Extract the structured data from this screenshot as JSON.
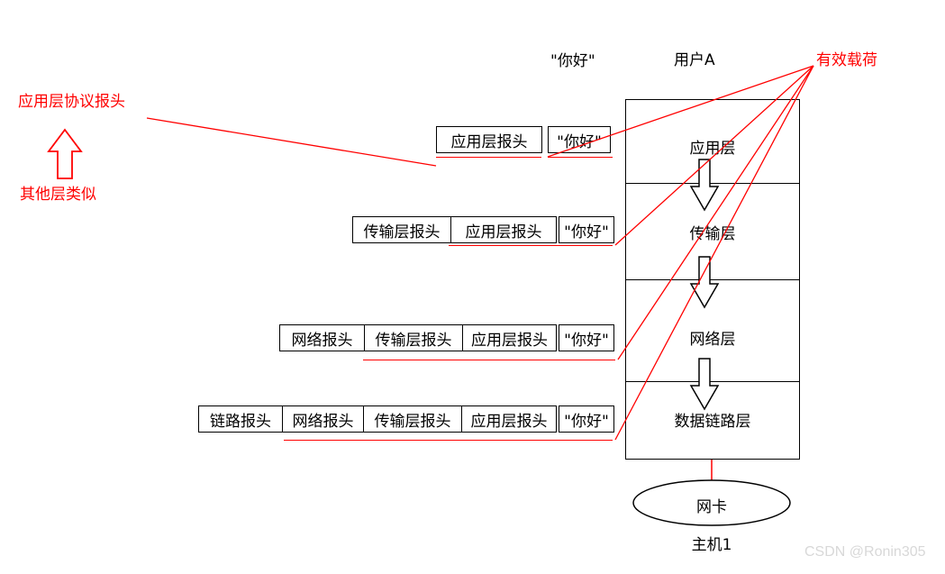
{
  "diagram": {
    "title_top_payload": "\"你好\"",
    "user_label": "用户A",
    "payload_annotation": "有效载荷",
    "host_label": "主机1",
    "nic_label": "网卡",
    "watermark": "CSDN @Ronin305",
    "red_notes": {
      "top": "应用层协议报头",
      "bottom": "其他层类似"
    },
    "colors": {
      "annotation_red": "#ff0000",
      "stroke_black": "#000000",
      "background": "#ffffff",
      "watermark_gray": "#d8d8d8"
    },
    "stack": {
      "layers": [
        {
          "name": "应用层"
        },
        {
          "name": "传输层"
        },
        {
          "name": "网络层"
        },
        {
          "name": "数据链路层"
        }
      ]
    },
    "encapsulation_rows": [
      {
        "row": 1,
        "layer": "应用层",
        "boxes": [
          {
            "text": "应用层报头",
            "kind": "header"
          },
          {
            "text": "\"你好\"",
            "kind": "payload"
          }
        ]
      },
      {
        "row": 2,
        "layer": "传输层",
        "boxes": [
          {
            "text": "传输层报头",
            "kind": "header"
          },
          {
            "text": "应用层报头",
            "kind": "header"
          },
          {
            "text": "\"你好\"",
            "kind": "payload"
          }
        ]
      },
      {
        "row": 3,
        "layer": "网络层",
        "boxes": [
          {
            "text": "网络报头",
            "kind": "header"
          },
          {
            "text": "传输层报头",
            "kind": "header"
          },
          {
            "text": "应用层报头",
            "kind": "header"
          },
          {
            "text": "\"你好\"",
            "kind": "payload"
          }
        ]
      },
      {
        "row": 4,
        "layer": "数据链路层",
        "boxes": [
          {
            "text": "链路报头",
            "kind": "header"
          },
          {
            "text": "网络报头",
            "kind": "header"
          },
          {
            "text": "传输层报头",
            "kind": "header"
          },
          {
            "text": "应用层报头",
            "kind": "header"
          },
          {
            "text": "\"你好\"",
            "kind": "payload"
          }
        ]
      }
    ]
  }
}
